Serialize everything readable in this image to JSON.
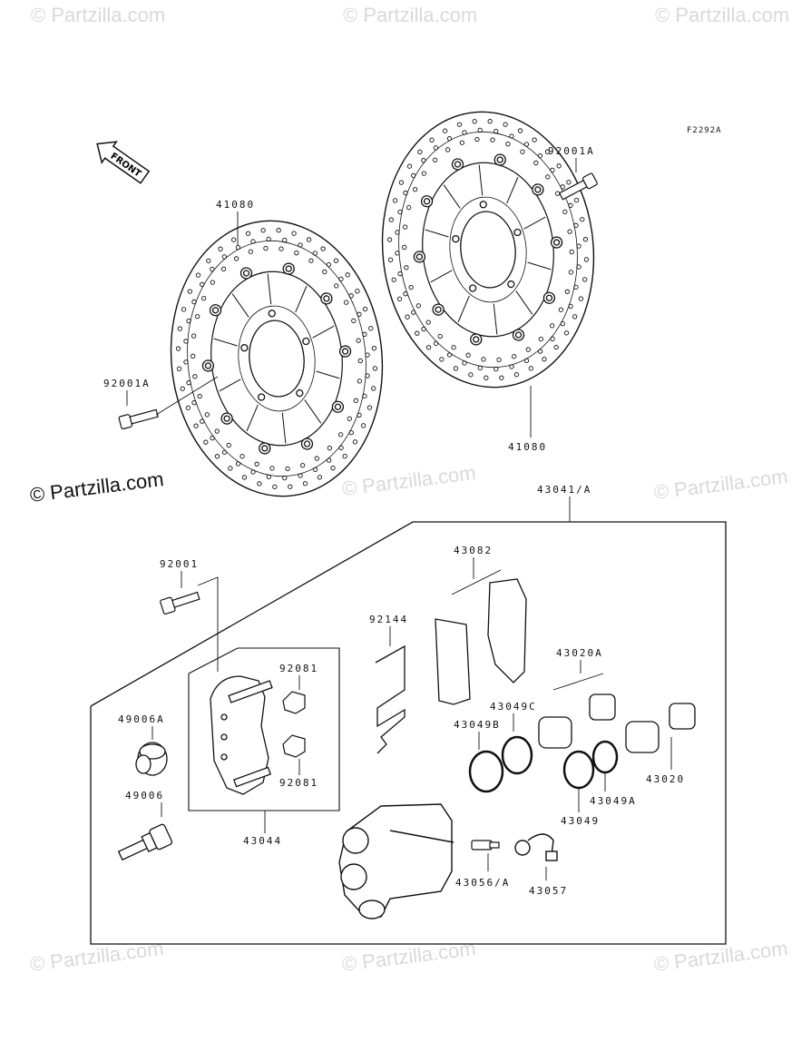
{
  "figure_code": "F2292A",
  "front_label": "FRONT",
  "copyright": "© Partzilla.com",
  "watermark": "© Partzilla.com",
  "parts": {
    "disc_left": "41080",
    "disc_right": "41080",
    "bolt_left": "92001A",
    "bolt_right": "92001A",
    "caliper_assy": "43041/A",
    "bolt_caliper": "92001",
    "pad": "43082",
    "spring": "92144",
    "clip_top": "92081",
    "clip_bottom": "92081",
    "bracket": "43044",
    "boot_a": "49006A",
    "pin": "49006",
    "piston_a": "43020A",
    "piston": "43020",
    "seal_c": "43049C",
    "seal_b": "43049B",
    "seal": "43049",
    "seal_a": "43049A",
    "bleeder": "43056/A",
    "cap": "43057"
  }
}
